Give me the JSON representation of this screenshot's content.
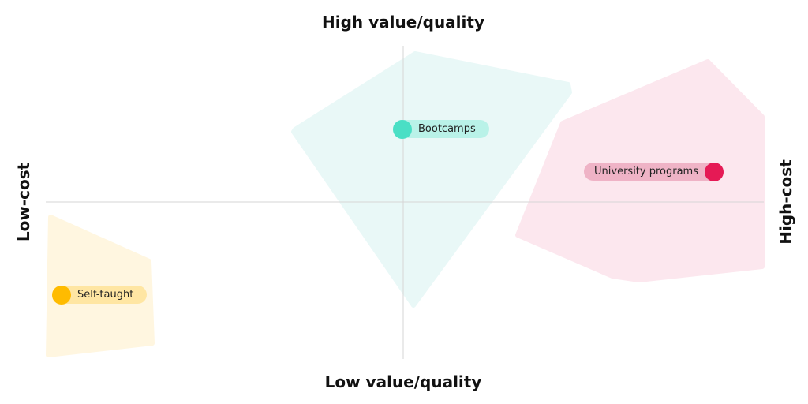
{
  "axes": {
    "top": "High value/quality",
    "bottom": "Low value/quality",
    "left": "Low-cost",
    "right": "High-cost"
  },
  "items": [
    {
      "label": "Bootcamps",
      "dot_color": "#4ADFC5",
      "pill_color": "#B9F2E8",
      "area_color": "#E9F8F7"
    },
    {
      "label": "University programs",
      "dot_color": "#E51A55",
      "pill_color": "#EFB3C6",
      "area_color": "#FCE7EE"
    },
    {
      "label": "Self-taught",
      "dot_color": "#FFBB00",
      "pill_color": "#FFE6A3",
      "area_color": "#FFF6E0"
    }
  ]
}
